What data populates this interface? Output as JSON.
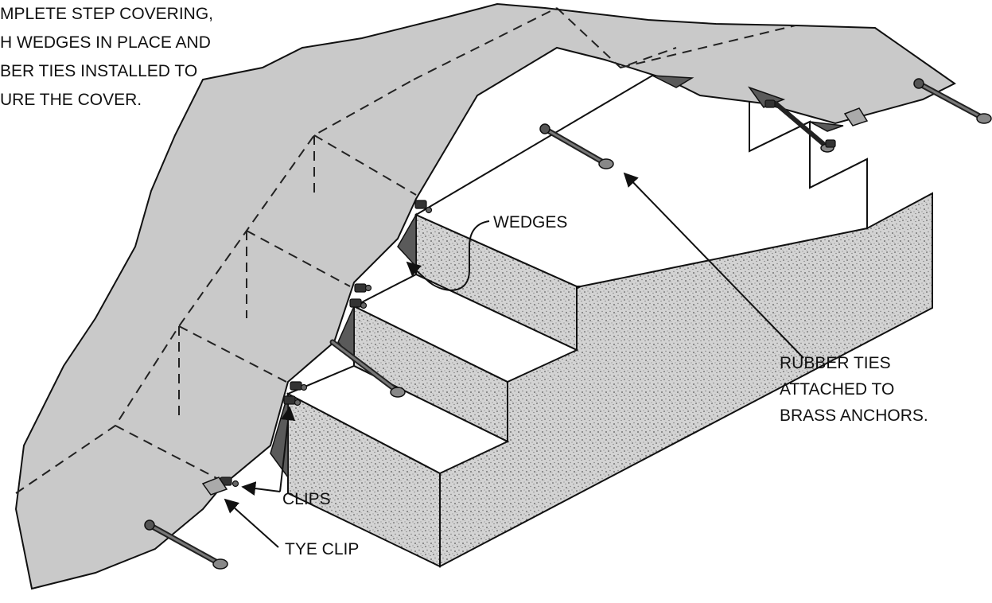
{
  "caption": {
    "lines": [
      "MPLETE STEP COVERING,",
      "H WEDGES IN PLACE AND",
      "BER TIES INSTALLED TO",
      "URE THE COVER."
    ]
  },
  "labels": {
    "wedges": "WEDGES",
    "rubber_ties": [
      "RUBBER TIES",
      "ATTACHED TO",
      "BRASS ANCHORS."
    ],
    "clips": "CLIPS",
    "tye_clip": "TYE CLIP"
  },
  "colors": {
    "cover": "#c9c9c9",
    "tread": "#ffffff",
    "concrete": "#d0d0d0",
    "wedge": "#5a5a5a",
    "outline": "#111111"
  }
}
